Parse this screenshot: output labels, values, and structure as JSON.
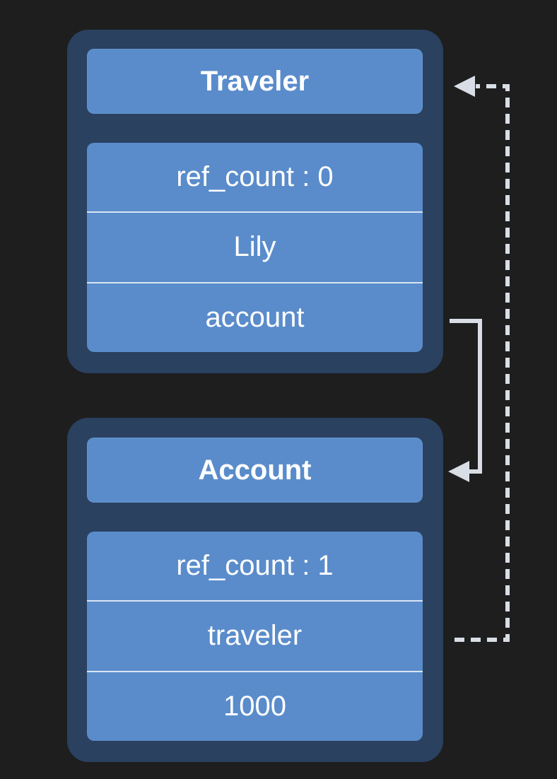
{
  "traveler": {
    "title": "Traveler",
    "fields": [
      "ref_count : 0",
      "Lily",
      "account"
    ]
  },
  "account": {
    "title": "Account",
    "fields": [
      "ref_count : 1",
      "traveler",
      "1000"
    ]
  },
  "colors": {
    "background": "#1e1e1f",
    "card": "#2a4160",
    "box": "#5a8ccb",
    "text": "#ffffff",
    "arrow": "#d9dee6"
  }
}
